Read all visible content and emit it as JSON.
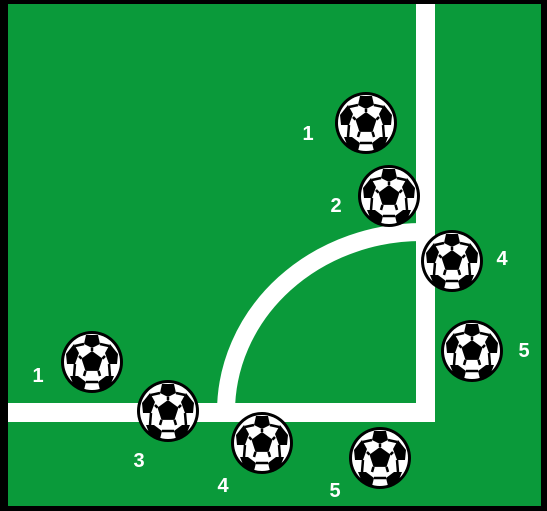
{
  "colors": {
    "field": "#0a9a3a",
    "border": "#000000",
    "line": "#ffffff",
    "ball_white": "#ffffff",
    "ball_black": "#000000",
    "label": "#ffffff"
  },
  "balls": [
    {
      "label": "1",
      "icon": "soccer-ball-icon"
    },
    {
      "label": "2",
      "icon": "soccer-ball-icon"
    },
    {
      "label": "4",
      "icon": "soccer-ball-icon"
    },
    {
      "label": "5",
      "icon": "soccer-ball-icon"
    },
    {
      "label": "1",
      "icon": "soccer-ball-icon"
    },
    {
      "label": "3",
      "icon": "soccer-ball-icon"
    },
    {
      "label": "4",
      "icon": "soccer-ball-icon"
    },
    {
      "label": "5",
      "icon": "soccer-ball-icon"
    }
  ]
}
